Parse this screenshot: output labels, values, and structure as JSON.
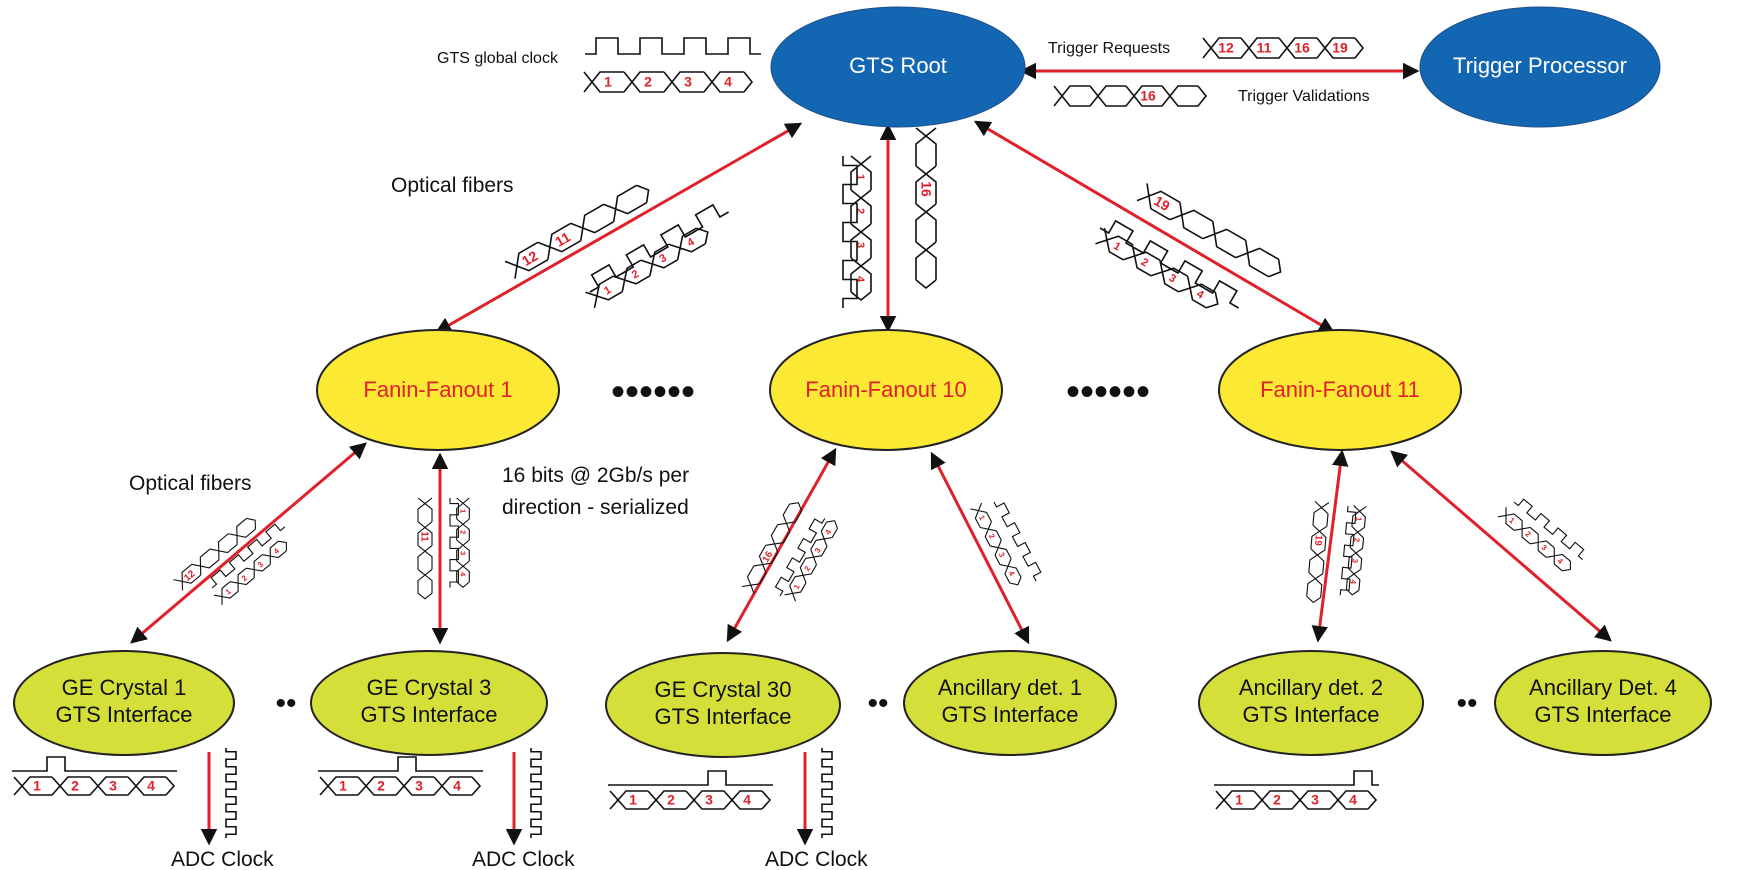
{
  "nodes": {
    "gts_root": "GTS Root",
    "trigger_processor": "Trigger Processor",
    "ff1": "Fanin-Fanout 1",
    "ff10": "Fanin-Fanout 10",
    "ff11": "Fanin-Fanout 11",
    "ge1": [
      "GE Crystal 1",
      "GTS Interface"
    ],
    "ge3": [
      "GE Crystal 3",
      "GTS Interface"
    ],
    "ge30": [
      "GE Crystal 30",
      "GTS Interface"
    ],
    "anc1": [
      "Ancillary det. 1",
      "GTS Interface"
    ],
    "anc2": [
      "Ancillary det. 2",
      "GTS Interface"
    ],
    "anc4": [
      "Ancillary Det. 4",
      "GTS Interface"
    ]
  },
  "labels": {
    "global_clock": "GTS global clock",
    "trigger_requests": "Trigger Requests",
    "trigger_validations": "Trigger Validations",
    "optical_fibers_top": "Optical fibers",
    "optical_fibers_low": "Optical fibers",
    "bitrate_line1": "16 bits @ 2Gb/s  per",
    "bitrate_line2": "direction - serialized",
    "adc_clock": "ADC Clock",
    "ellipsis_big": "••••••",
    "ellipsis_small": "••"
  },
  "waveforms": {
    "clock_seq": [
      "1",
      "2",
      "3",
      "4"
    ],
    "requests_seq": [
      "12",
      "11",
      "16",
      "19"
    ],
    "validation_seq": [
      "16"
    ],
    "root_ff1_req": [
      "12",
      "11"
    ],
    "root_ff10_req": [
      "16"
    ],
    "root_ff11_req": [
      "19"
    ],
    "ff1_ge1_req": [
      "12"
    ],
    "ff1_ge3_req": [
      "11"
    ],
    "ff10_ge30_req": [
      "16"
    ],
    "ff11_anc2_req": [
      "19"
    ],
    "markers": [
      "1",
      "2",
      "3",
      "4"
    ]
  },
  "colors": {
    "root_fill": "#1366b2",
    "fanout_fill": "#fbe934",
    "leaf_fill": "#d4df3a",
    "link": "#e0202a",
    "fanout_text": "#e0202a"
  }
}
